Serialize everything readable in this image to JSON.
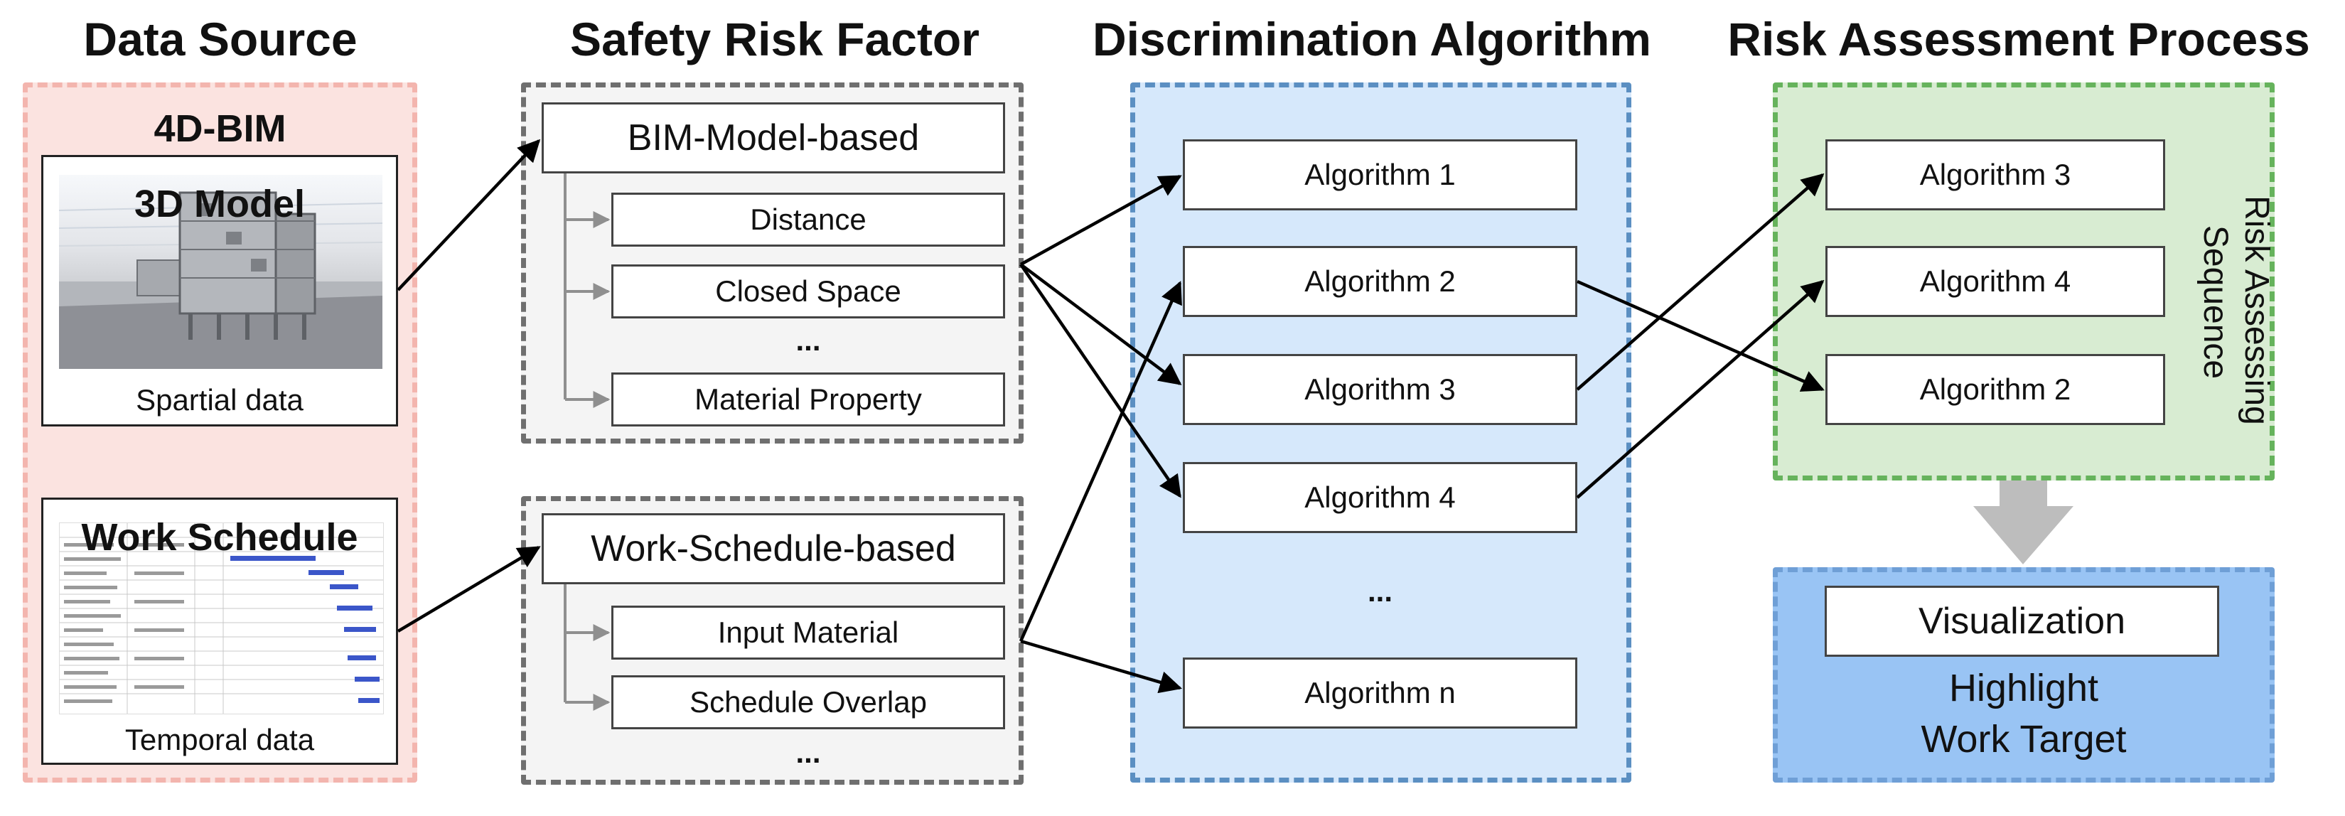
{
  "headings": {
    "data_source": "Data Source",
    "safety_risk_factor": "Safety Risk Factor",
    "discrimination_algorithm": "Discrimination Algorithm",
    "risk_assessment_process": "Risk Assessment Process"
  },
  "data_source": {
    "group_label": "4D-BIM",
    "model_card": {
      "title": "3D Model",
      "caption": "Spartial data"
    },
    "schedule_card": {
      "title": "Work Schedule",
      "caption": "Temporal data"
    }
  },
  "risk_factors": {
    "bim": {
      "title": "BIM-Model-based",
      "items": [
        "Distance",
        "Closed Space",
        "...",
        "Material Property"
      ]
    },
    "schedule": {
      "title": "Work-Schedule-based",
      "items": [
        "Input Material",
        "Schedule Overlap",
        "..."
      ]
    }
  },
  "algorithms": [
    "Algorithm 1",
    "Algorithm 2",
    "Algorithm 3",
    "Algorithm 4",
    "...",
    "Algorithm n"
  ],
  "risk_assessment": {
    "sequence": [
      "Algorithm 3",
      "Algorithm 4",
      "Algorithm 2"
    ],
    "side_label_line1": "Risk Assessing",
    "side_label_line2": "Sequence",
    "visualization": "Visualization",
    "highlight_line1": "Highlight",
    "highlight_line2": "Work Target"
  },
  "colors": {
    "data_source_bg": "#fbe3e0",
    "data_source_border": "#f3b5ae",
    "factor_bg": "#f4f4f4",
    "factor_border": "#6f6f6f",
    "algorithm_bg": "#d6e8fb",
    "algorithm_border": "#5b8fc2",
    "assessment_bg": "#d8ecd2",
    "assessment_border": "#66b35c",
    "visual_bg": "#99c4f4",
    "visual_border": "#6f9fd6",
    "connector": "#000000",
    "tree_line": "#8f8f8f",
    "big_arrow": "#bdbdbd"
  }
}
